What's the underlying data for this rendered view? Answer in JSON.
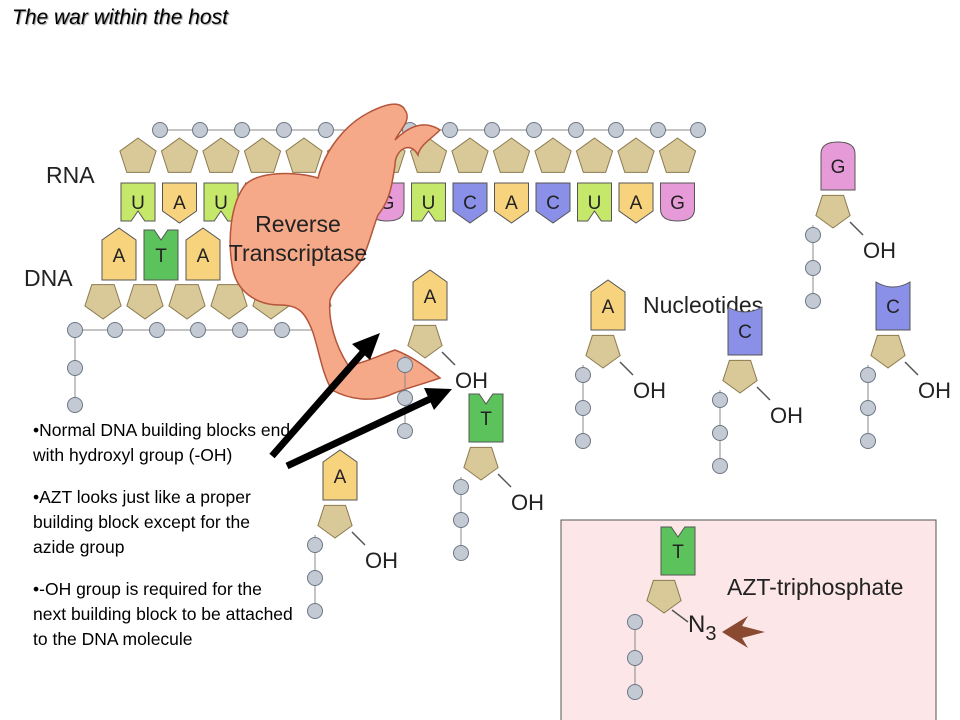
{
  "title": "The war within the host",
  "labels": {
    "rna": "RNA",
    "dna": "DNA",
    "enzyme_line1": "Reverse",
    "enzyme_line2": "Transcriptase",
    "nucleotides": "Nucleotides",
    "azt": "AZT-triphosphate",
    "oh": "OH",
    "n3_main": "N",
    "n3_sub": "3"
  },
  "rna_bases": [
    "U",
    "A",
    "U",
    "",
    "",
    "",
    "G",
    "U",
    "C",
    "A",
    "C",
    "U",
    "A",
    "G"
  ],
  "dna_bases": [
    "A",
    "T",
    "A"
  ],
  "free_nucleotides": [
    "A",
    "A",
    "C",
    "A",
    "T",
    "C",
    "G"
  ],
  "azt_base": "T",
  "bullets": [
    "•Normal DNA building blocks end with hydroxyl group (-OH)",
    "•AZT looks just like a proper building block except for the azide group",
    "•-OH group is required for the next building block to be attached to the DNA molecule"
  ],
  "colors": {
    "A": "#f7d37e",
    "U": "#c6e86a",
    "T": "#5cc35c",
    "C": "#8a8fe8",
    "G": "#e79ad8",
    "sugar": "#d9c999",
    "phosphate": "#c3cad3",
    "enzyme": "#f5a989",
    "azt_box": "#fce6e8",
    "arrow_brown": "#8a4a32"
  }
}
